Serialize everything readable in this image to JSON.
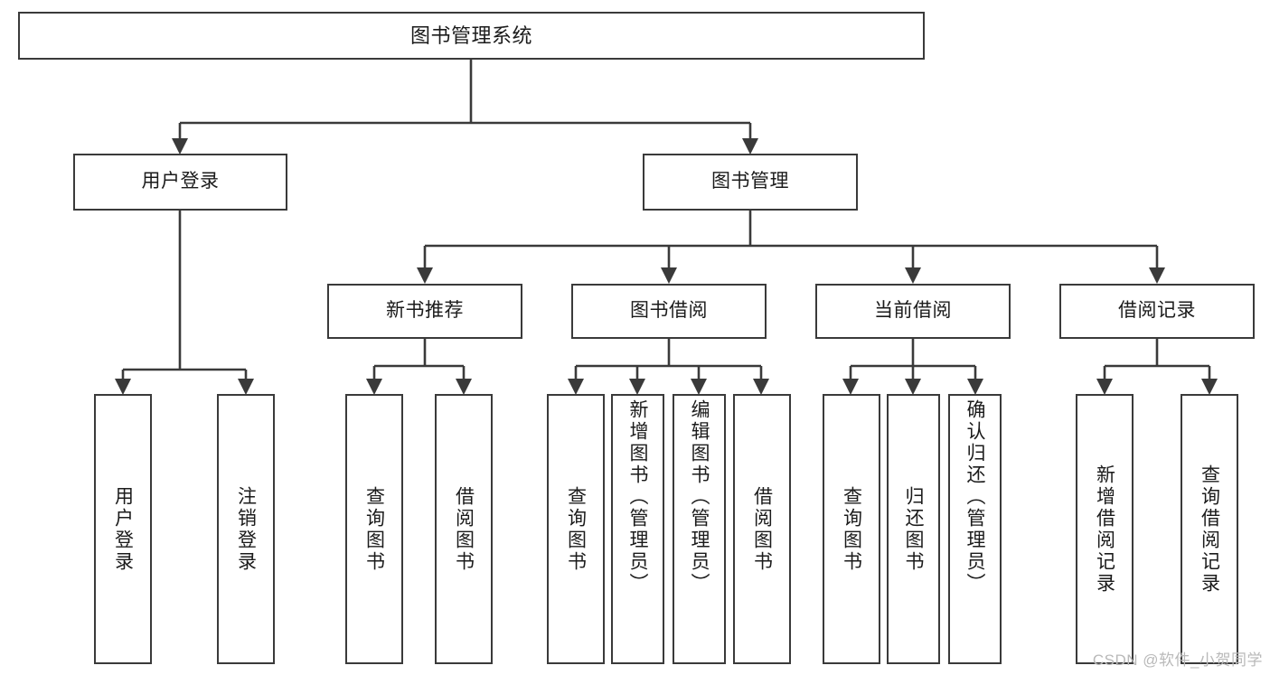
{
  "diagram": {
    "title": "图书管理系统",
    "type": "tree-hierarchy-chart",
    "watermark": "CSDN @软件_小贺同学",
    "line_color": "#3a3a3a",
    "box_fill": "#ffffff",
    "text_color": "#1b1b1b",
    "nodes": {
      "root": {
        "label": "图书管理系统"
      },
      "level2": [
        {
          "label": "用户登录"
        },
        {
          "label": "图书管理"
        }
      ],
      "level3": [
        {
          "label": "新书推荐"
        },
        {
          "label": "图书借阅"
        },
        {
          "label": "当前借阅"
        },
        {
          "label": "借阅记录"
        }
      ],
      "leaves": {
        "user_login": [
          {
            "label": "用户登录"
          },
          {
            "label": "注销登录"
          }
        ],
        "new_book_recommend": [
          {
            "label": "查询图书"
          },
          {
            "label": "借阅图书"
          }
        ],
        "book_borrow": [
          {
            "label": "查询图书"
          },
          {
            "label": "新增图书（管理员）"
          },
          {
            "label": "编辑图书（管理员）"
          },
          {
            "label": "借阅图书"
          }
        ],
        "current_borrow": [
          {
            "label": "查询图书"
          },
          {
            "label": "归还图书"
          },
          {
            "label": "确认归还（管理员）"
          }
        ],
        "borrow_record": [
          {
            "label": "新增借阅记录"
          },
          {
            "label": "查询借阅记录"
          }
        ]
      }
    }
  }
}
